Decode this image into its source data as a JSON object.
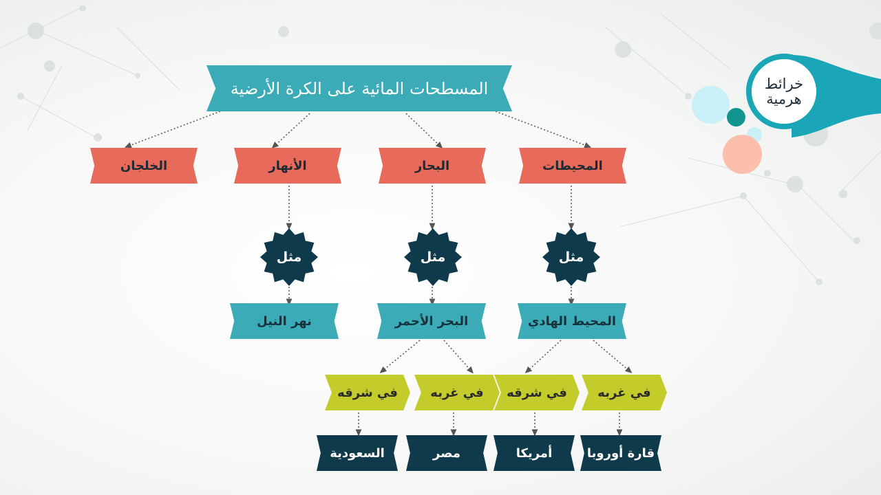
{
  "badge": {
    "line1": "خرائط",
    "line2": "هرمية"
  },
  "title": "المسطحات المائية على الكرة الأرضية",
  "categories": [
    "المحيطات",
    "البحار",
    "الأنهار",
    "الخلجان"
  ],
  "example_label": "مثل",
  "examples": [
    "المحيط الهادي",
    "البحر الأحمر",
    "نهر النيل"
  ],
  "directions": [
    "في غربه",
    "في شرقه",
    "في غربه",
    "في شرقه"
  ],
  "places": [
    "قارة أوروبا",
    "أمريكا",
    "مصر",
    "السعودية"
  ],
  "colors": {
    "title": "#3aabb7",
    "category": "#e86a5a",
    "seal": "#0f3a4b",
    "example": "#3aabb7",
    "direction": "#c3cc2b",
    "place": "#0f3a4b",
    "accent": "#1aa6b6"
  }
}
